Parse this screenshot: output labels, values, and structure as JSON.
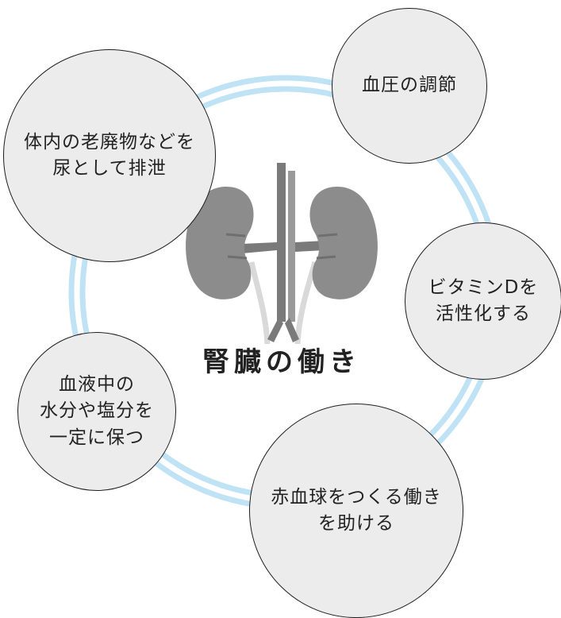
{
  "colors": {
    "ring": "#bfe3f5",
    "bubble_fill": "#ececec",
    "bubble_stroke": "#1e1e1e",
    "kidney": "#8c8c8c",
    "vessel": "#7a7a7a",
    "ureter": "#d9d9d9",
    "text": "#222222"
  },
  "title": "腎臓の働き",
  "center_icon": "kidneys-illustration",
  "functions": [
    {
      "key": "excretion",
      "label": "体内の老廃物などを\n尿として排泄"
    },
    {
      "key": "blood_pressure",
      "label": "血圧の調節"
    },
    {
      "key": "vitamin_d",
      "label": "ビタミンDを\n活性化する"
    },
    {
      "key": "red_blood_cells",
      "label": "赤血球をつくる働き\nを助ける"
    },
    {
      "key": "fluid_balance",
      "label": "血液中の\n水分や塩分を\n一定に保つ"
    }
  ]
}
